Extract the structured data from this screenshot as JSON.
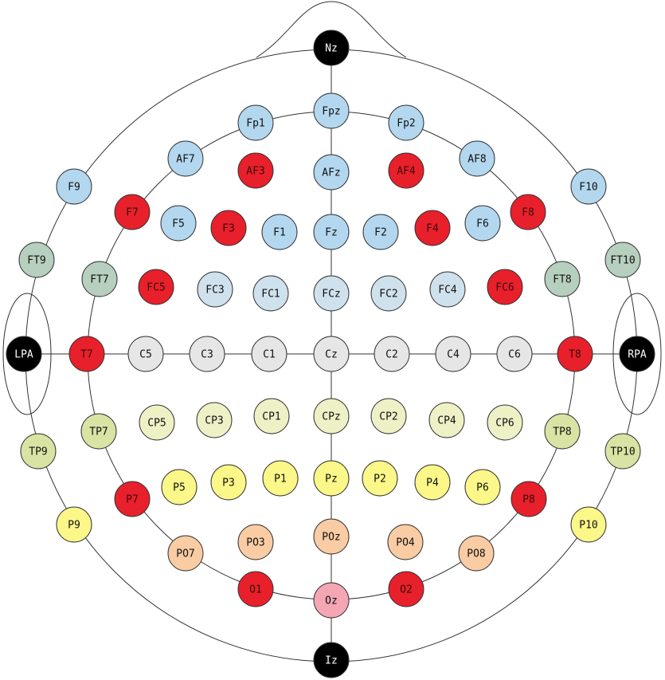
{
  "diagram": {
    "colors": {
      "fiducial": "#000000",
      "frontal": "#b3d7ee",
      "frontocentral": "#cfe1ec",
      "central": "#e6e6e6",
      "centroparietal": "#eef0c6",
      "parietal": "#fbf788",
      "parietooccipital": "#f9cca3",
      "occipital_mid": "#f4a6b2",
      "temporal": "#b7cfbe",
      "temporoparietal": "#d9e3a3",
      "highlight": "#e8202b"
    },
    "electrodes": [
      {
        "label": "Nz",
        "group": "fiducial"
      },
      {
        "label": "Iz",
        "group": "fiducial"
      },
      {
        "label": "LPA",
        "group": "fiducial"
      },
      {
        "label": "RPA",
        "group": "fiducial"
      },
      {
        "label": "Fpz",
        "group": "frontal"
      },
      {
        "label": "Fp1",
        "group": "frontal"
      },
      {
        "label": "Fp2",
        "group": "frontal"
      },
      {
        "label": "AF7",
        "group": "frontal"
      },
      {
        "label": "AF3",
        "group": "highlight"
      },
      {
        "label": "AFz",
        "group": "frontal"
      },
      {
        "label": "AF4",
        "group": "highlight"
      },
      {
        "label": "AF8",
        "group": "frontal"
      },
      {
        "label": "F9",
        "group": "frontal"
      },
      {
        "label": "F7",
        "group": "highlight"
      },
      {
        "label": "F5",
        "group": "frontal"
      },
      {
        "label": "F3",
        "group": "highlight"
      },
      {
        "label": "F1",
        "group": "frontal"
      },
      {
        "label": "Fz",
        "group": "frontal"
      },
      {
        "label": "F2",
        "group": "frontal"
      },
      {
        "label": "F4",
        "group": "highlight"
      },
      {
        "label": "F6",
        "group": "frontal"
      },
      {
        "label": "F8",
        "group": "highlight"
      },
      {
        "label": "F10",
        "group": "frontal"
      },
      {
        "label": "FT9",
        "group": "temporal"
      },
      {
        "label": "FT7",
        "group": "temporal"
      },
      {
        "label": "FC5",
        "group": "highlight"
      },
      {
        "label": "FC3",
        "group": "frontocentral"
      },
      {
        "label": "FC1",
        "group": "frontocentral"
      },
      {
        "label": "FCz",
        "group": "frontocentral"
      },
      {
        "label": "FC2",
        "group": "frontocentral"
      },
      {
        "label": "FC4",
        "group": "frontocentral"
      },
      {
        "label": "FC6",
        "group": "highlight"
      },
      {
        "label": "FT8",
        "group": "temporal"
      },
      {
        "label": "FT10",
        "group": "temporal"
      },
      {
        "label": "T7",
        "group": "highlight"
      },
      {
        "label": "C5",
        "group": "central"
      },
      {
        "label": "C3",
        "group": "central"
      },
      {
        "label": "C1",
        "group": "central"
      },
      {
        "label": "Cz",
        "group": "central"
      },
      {
        "label": "C2",
        "group": "central"
      },
      {
        "label": "C4",
        "group": "central"
      },
      {
        "label": "C6",
        "group": "central"
      },
      {
        "label": "T8",
        "group": "highlight"
      },
      {
        "label": "TP9",
        "group": "temporoparietal"
      },
      {
        "label": "TP7",
        "group": "temporoparietal"
      },
      {
        "label": "CP5",
        "group": "centroparietal"
      },
      {
        "label": "CP3",
        "group": "centroparietal"
      },
      {
        "label": "CP1",
        "group": "centroparietal"
      },
      {
        "label": "CPz",
        "group": "centroparietal"
      },
      {
        "label": "CP2",
        "group": "centroparietal"
      },
      {
        "label": "CP4",
        "group": "centroparietal"
      },
      {
        "label": "CP6",
        "group": "centroparietal"
      },
      {
        "label": "TP8",
        "group": "temporoparietal"
      },
      {
        "label": "TP10",
        "group": "temporoparietal"
      },
      {
        "label": "P9",
        "group": "parietal"
      },
      {
        "label": "P7",
        "group": "highlight"
      },
      {
        "label": "P5",
        "group": "parietal"
      },
      {
        "label": "P3",
        "group": "parietal"
      },
      {
        "label": "P1",
        "group": "parietal"
      },
      {
        "label": "Pz",
        "group": "parietal"
      },
      {
        "label": "P2",
        "group": "parietal"
      },
      {
        "label": "P4",
        "group": "parietal"
      },
      {
        "label": "P6",
        "group": "parietal"
      },
      {
        "label": "P8",
        "group": "highlight"
      },
      {
        "label": "P10",
        "group": "parietal"
      },
      {
        "label": "PO7",
        "group": "parietooccipital"
      },
      {
        "label": "PO3",
        "group": "parietooccipital"
      },
      {
        "label": "POz",
        "group": "parietooccipital"
      },
      {
        "label": "PO4",
        "group": "parietooccipital"
      },
      {
        "label": "PO8",
        "group": "parietooccipital"
      },
      {
        "label": "O1",
        "group": "highlight"
      },
      {
        "label": "Oz",
        "group": "occipital_mid"
      },
      {
        "label": "O2",
        "group": "highlight"
      }
    ]
  }
}
